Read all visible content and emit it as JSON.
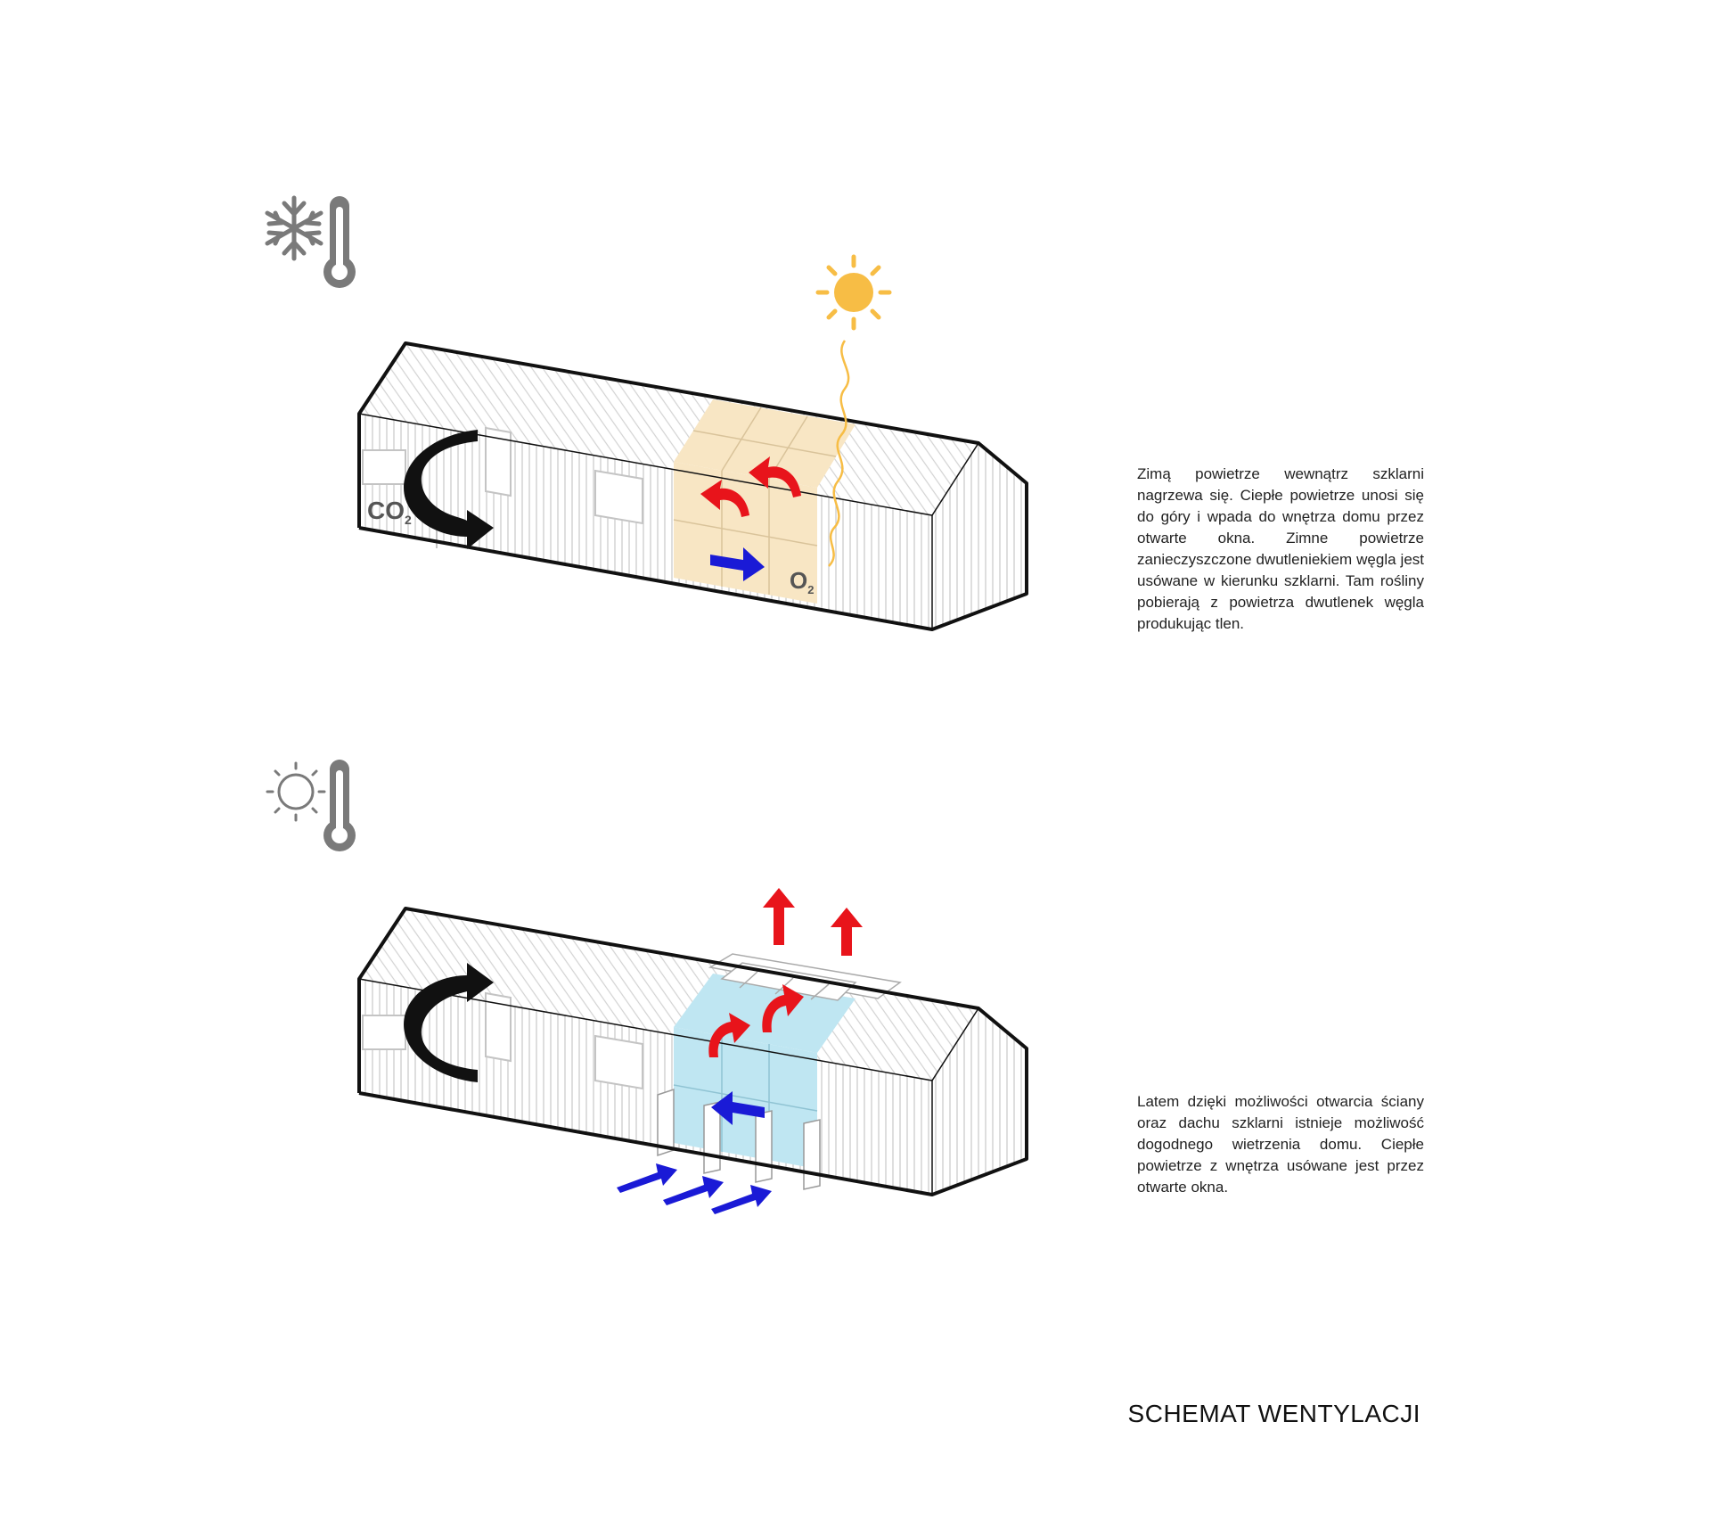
{
  "winter": {
    "icons": [
      "snowflake-icon",
      "thermometer-icon",
      "sun-icon"
    ],
    "co2_label": "CO",
    "co2_subscript": "2",
    "o2_label": "O",
    "o2_subscript": "2",
    "description": "Zimą powietrze wewnątrz szklarni nagrzewa się. Ciepłe powietrze unosi się do góry i wpada do wnętrza domu przez otwarte okna. Zimne powietrze zanieczyszczone dwutleniekiem węgla jest usówane w kierunku szklarni. Tam rośliny pobierają z powietrza dwutlenek węgla produkując tlen.",
    "glass_color": "#f8e6c4"
  },
  "summer": {
    "icons": [
      "sun-outline-icon",
      "thermometer-icon"
    ],
    "description": "Latem dzięki możliwości otwarcia ściany oraz dachu szklarni istnieje możliwość dogodnego wietrzenia domu. Ciepłe powietrze z wnętrza usówane jest przez otwarte okna.",
    "glass_color": "#bfe6f2"
  },
  "title": "SCHEMAT WENTYLACJI",
  "colors": {
    "warm_arrow": "#e8141b",
    "cool_arrow": "#1a1ad6",
    "circulation_arrow": "#111111",
    "sun": "#f7bd45",
    "icon_grey": "#7a7a7a"
  }
}
